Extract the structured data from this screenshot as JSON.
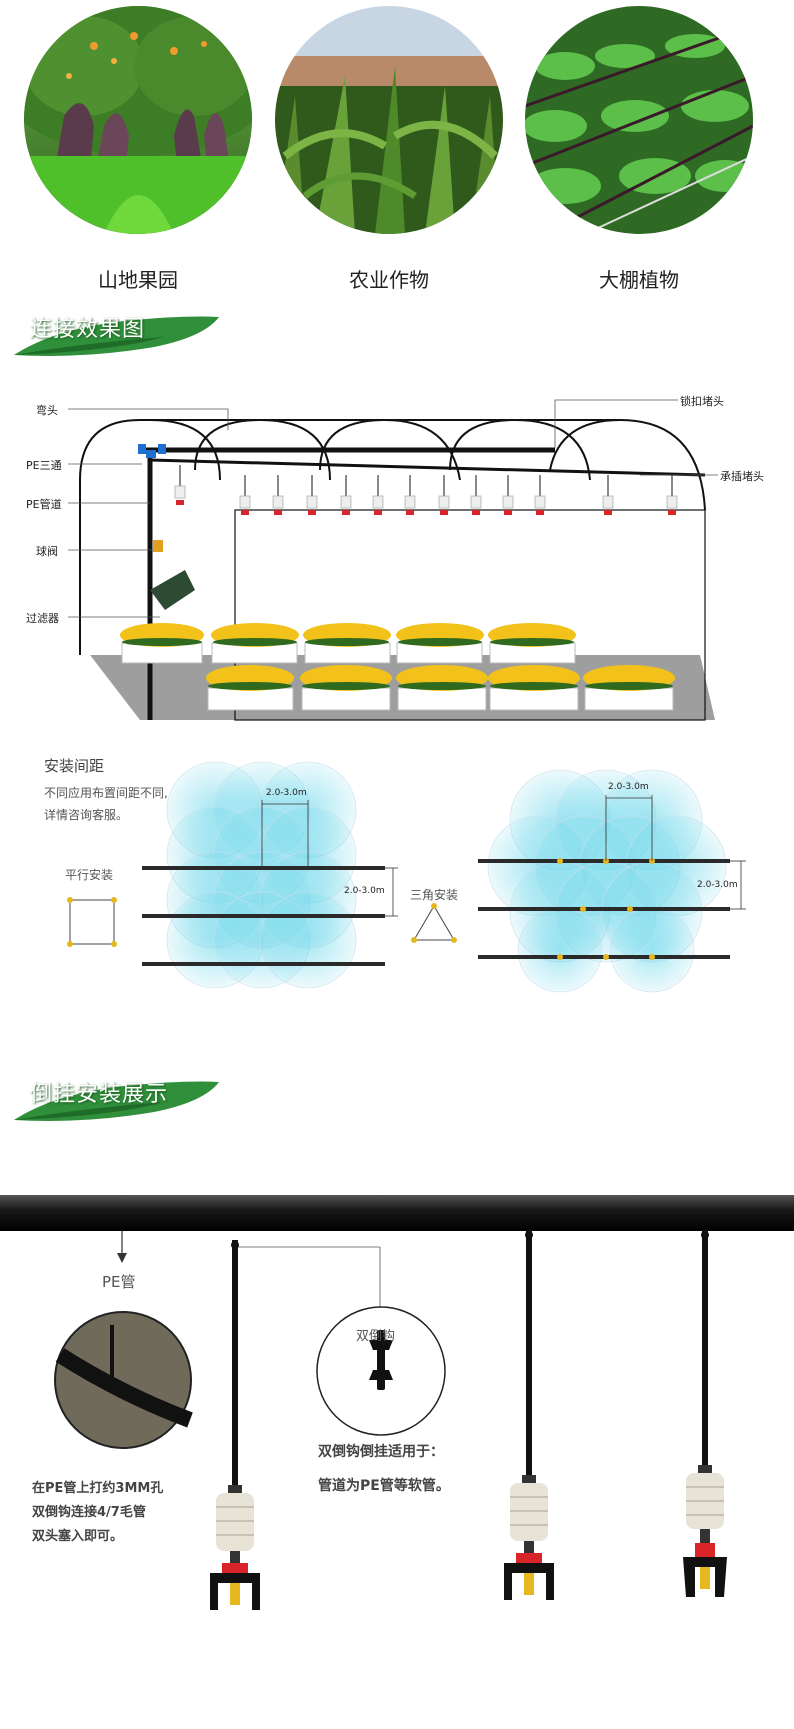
{
  "photos": [
    {
      "caption": "山地果园",
      "icon": "orchard-photo"
    },
    {
      "caption": "农业作物",
      "icon": "corn-crop-photo"
    },
    {
      "caption": "大棚植物",
      "icon": "greenhouse-plants-photo"
    }
  ],
  "section1": {
    "title": "连接效果图"
  },
  "greenhouse": {
    "labels": {
      "elbow": "弯头",
      "pe_tee": "PE三通",
      "pe_pipe": "PE管道",
      "ball_valve": "球阀",
      "filter": "过滤器",
      "lock_cap": "锁扣堵头",
      "plug_cap": "承插堵头"
    }
  },
  "spacing": {
    "title": "安装间距",
    "desc_line1": "不同应用布置间距不同,",
    "desc_line2": "详情咨询客服。",
    "parallel_label": "平行安装",
    "triangle_label": "三角安装",
    "dim_label": "2.0-3.0m"
  },
  "section2": {
    "title": "倒挂安装展示"
  },
  "hanging": {
    "pe_label": "PE管",
    "hook_label": "双倒钩",
    "left_text": [
      "在PE管上打约3MM孔",
      "双倒钩连接4/7毛管",
      "双头塞入即可。"
    ],
    "mid_text": [
      "双倒钩倒挂适用于：",
      "管道为PE管等软管。"
    ]
  },
  "colors": {
    "banner_green": "#2f8f3a",
    "water_blue": "#5fd3e8",
    "pipe_black": "#1a1a1a",
    "sprinkler_red": "#d9252a"
  }
}
